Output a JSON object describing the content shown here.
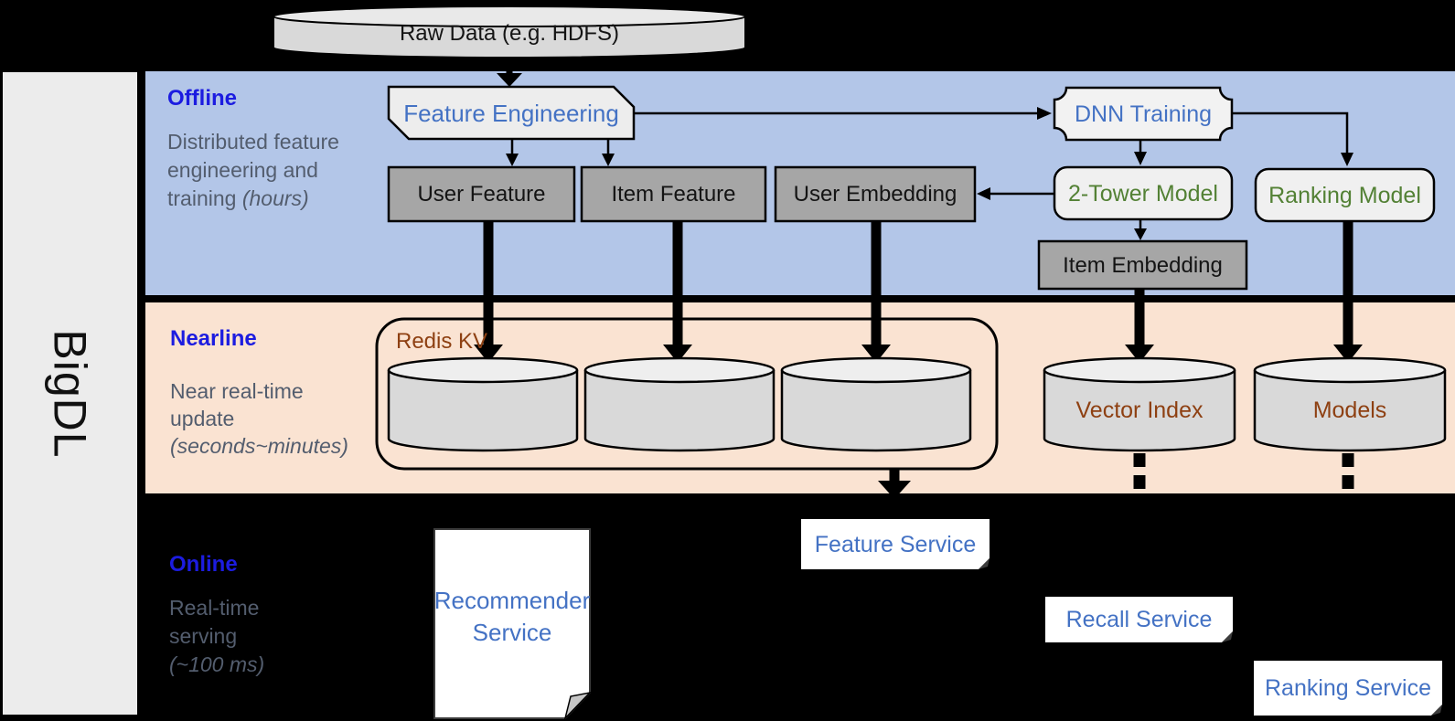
{
  "brand": {
    "label": "BigDL"
  },
  "raw_data": {
    "label": "Raw Data (e.g. HDFS)"
  },
  "lanes": {
    "offline": {
      "title": "Offline",
      "desc": "Distributed feature engineering and training",
      "desc_note": "(hours)"
    },
    "nearline": {
      "title": "Nearline",
      "desc": "Near real-time update",
      "desc_note": "(seconds~minutes)"
    },
    "online": {
      "title": "Online",
      "desc": "Real-time serving",
      "desc_note": "(~100 ms)"
    }
  },
  "nodes": {
    "feature_engineering": {
      "label": "Feature Engineering"
    },
    "dnn_training": {
      "label": "DNN Training"
    },
    "user_feature": {
      "label": "User Feature"
    },
    "item_feature": {
      "label": "Item Feature"
    },
    "user_embedding": {
      "label": "User Embedding"
    },
    "two_tower_model": {
      "label": "2-Tower Model"
    },
    "ranking_model": {
      "label": "Ranking Model"
    },
    "item_embedding": {
      "label": "Item Embedding"
    },
    "redis_kv": {
      "label": "Redis KV"
    },
    "vector_index": {
      "label": "Vector Index"
    },
    "models": {
      "label": "Models"
    },
    "recommender_service": {
      "label": "Recommender Service"
    },
    "feature_service": {
      "label": "Feature Service"
    },
    "recall_service": {
      "label": "Recall Service"
    },
    "ranking_service": {
      "label": "Ranking Service"
    }
  },
  "colors": {
    "offline_band": "#b3c6e8",
    "nearline_band": "#fae3d2",
    "background": "#000000",
    "lane_title_blue": "#1c1ce0",
    "node_text_blue": "#4472c4",
    "node_text_green": "#538135",
    "node_text_brown": "#8e4012",
    "gray_box_fill": "#a6a6a6",
    "light_box_fill": "#efefef",
    "cylinder_fill": "#d9d9d9"
  }
}
